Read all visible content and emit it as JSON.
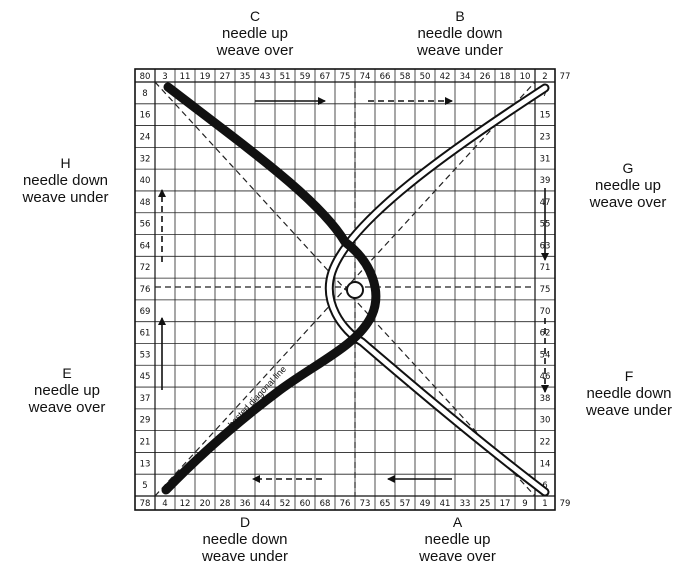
{
  "labels": {
    "A": {
      "letter": "A",
      "line1": "needle up",
      "line2": "weave over"
    },
    "B": {
      "letter": "B",
      "line1": "needle down",
      "line2": "weave under"
    },
    "C": {
      "letter": "C",
      "line1": "needle up",
      "line2": "weave over"
    },
    "D": {
      "letter": "D",
      "line1": "needle down",
      "line2": "weave under"
    },
    "E": {
      "letter": "E",
      "line1": "needle up",
      "line2": "weave over"
    },
    "F": {
      "letter": "F",
      "line1": "needle down",
      "line2": "weave under"
    },
    "G": {
      "letter": "G",
      "line1": "needle up",
      "line2": "weave over"
    },
    "H": {
      "letter": "H",
      "line1": "needle down",
      "line2": "weave under"
    }
  },
  "diagonal_text": "basted diagonal line",
  "top_numbers": [
    "80",
    "3",
    "11",
    "19",
    "27",
    "35",
    "43",
    "51",
    "59",
    "67",
    "75",
    "74",
    "66",
    "58",
    "50",
    "42",
    "34",
    "26",
    "18",
    "10",
    "2",
    "77"
  ],
  "bottom_numbers": [
    "78",
    "4",
    "12",
    "20",
    "28",
    "36",
    "44",
    "52",
    "60",
    "68",
    "76",
    "73",
    "65",
    "57",
    "49",
    "41",
    "33",
    "25",
    "17",
    "9",
    "1",
    "79"
  ],
  "left_numbers": [
    "8",
    "16",
    "24",
    "32",
    "40",
    "48",
    "56",
    "64",
    "72",
    "76",
    "69",
    "61",
    "53",
    "45",
    "37",
    "29",
    "21",
    "13",
    "5"
  ],
  "right_numbers": [
    "7",
    "15",
    "23",
    "31",
    "39",
    "47",
    "55",
    "63",
    "71",
    "75",
    "70",
    "62",
    "54",
    "46",
    "38",
    "30",
    "22",
    "14",
    "6"
  ]
}
